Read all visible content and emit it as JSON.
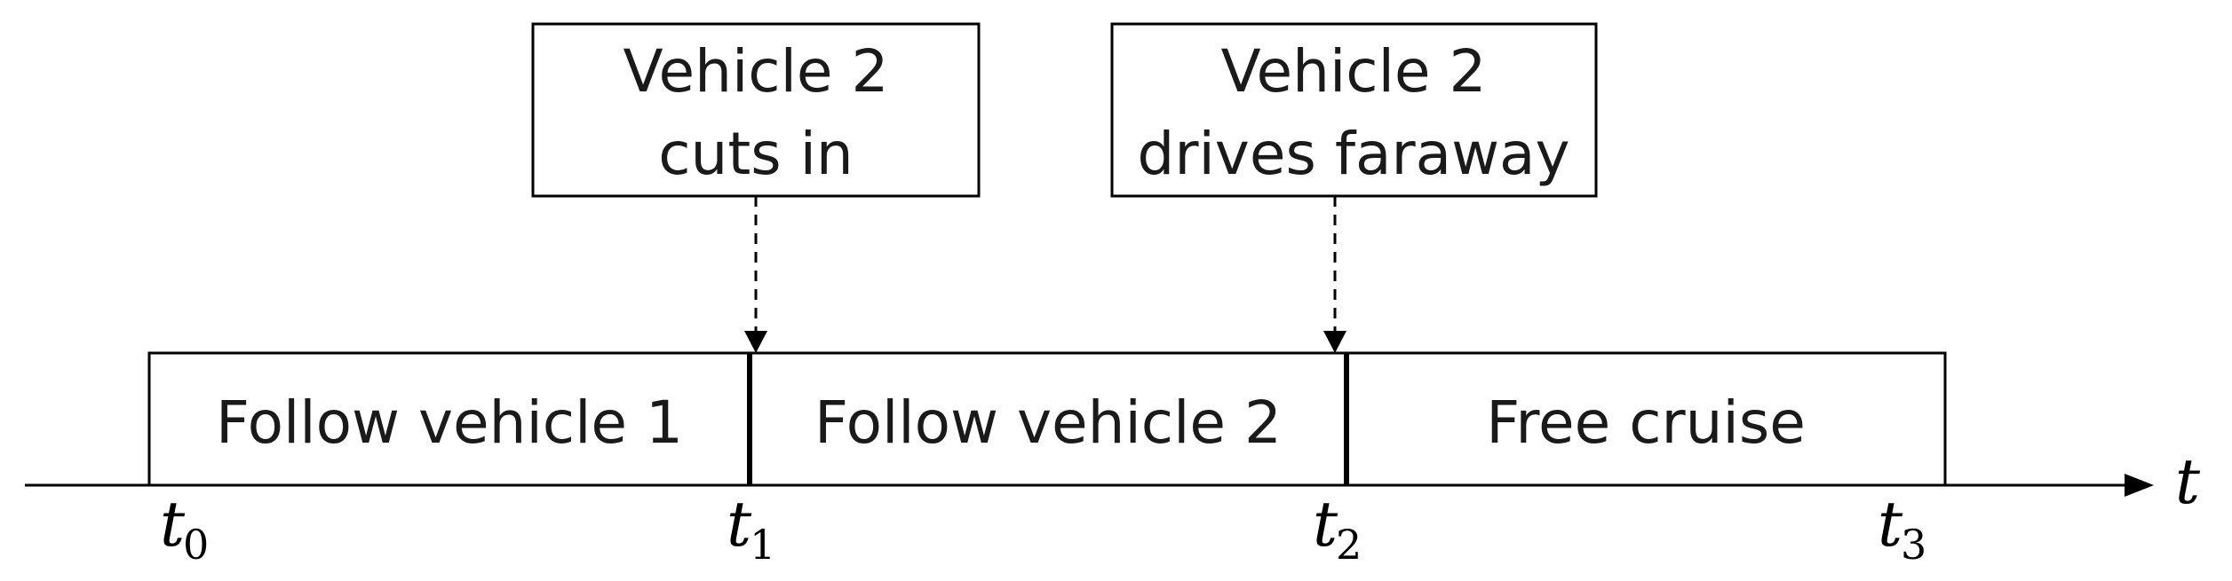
{
  "events": [
    {
      "line1": "Vehicle 2",
      "line2": "cuts in"
    },
    {
      "line1": "Vehicle 2",
      "line2": "drives faraway"
    }
  ],
  "phases": [
    {
      "label": "Follow vehicle 1"
    },
    {
      "label": "Follow vehicle 2"
    },
    {
      "label": "Free cruise"
    }
  ],
  "ticks": [
    {
      "main": "t",
      "sub": "0"
    },
    {
      "main": "t",
      "sub": "1"
    },
    {
      "main": "t",
      "sub": "2"
    },
    {
      "main": "t",
      "sub": "3"
    }
  ],
  "axis": {
    "label": "t"
  },
  "colors": {
    "line": "#000000",
    "text": "#1a1a1a",
    "background": "#ffffff"
  }
}
